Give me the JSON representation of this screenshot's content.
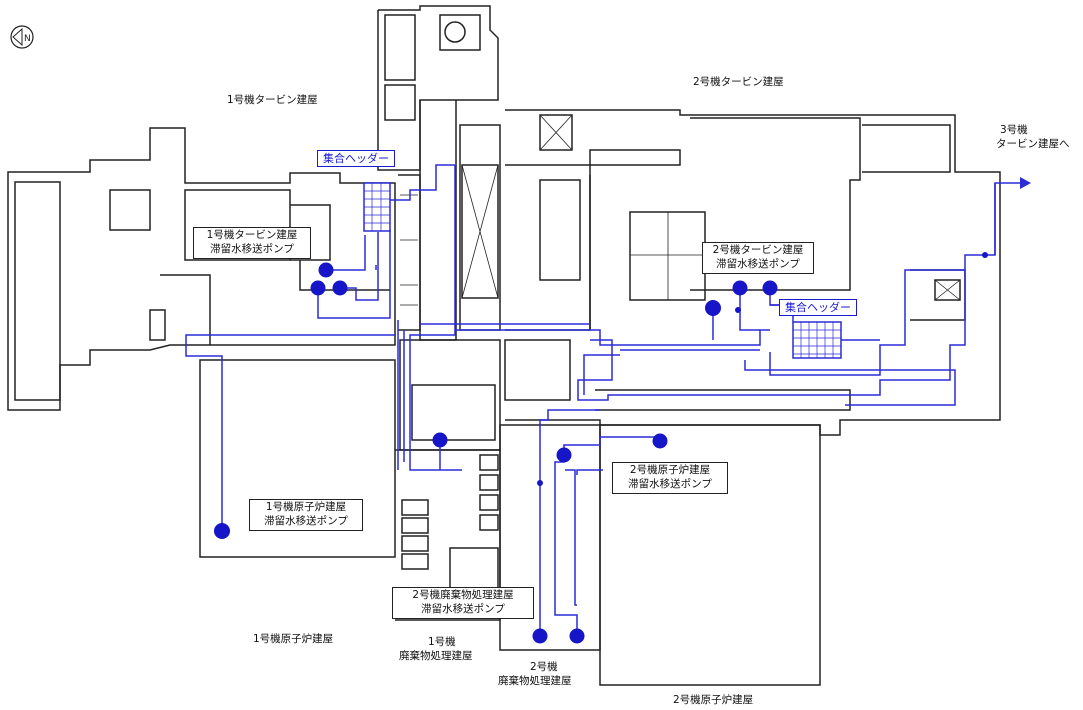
{
  "labels": {
    "unit1_turbine_building": "1号機タービン建屋",
    "unit2_turbine_building": "2号機タービン建屋",
    "unit3_turbine_building_line1": "3号機",
    "unit3_turbine_building_line2": "タービン建屋へ",
    "unit1_reactor_building": "1号機原子炉建屋",
    "unit1_waste_building_line1": "1号機",
    "unit1_waste_building_line2": "廃棄物処理建屋",
    "unit2_waste_building_line1": "2号機",
    "unit2_waste_building_line2": "廃棄物処理建屋",
    "unit2_reactor_building": "2号機原子炉建屋"
  },
  "headers": {
    "header_left": "集合ヘッダー",
    "header_right": "集合ヘッダー"
  },
  "pump_boxes": {
    "u1_turbine": [
      "1号機タービン建屋",
      "滞留水移送ポンプ"
    ],
    "u2_turbine": [
      "2号機タービン建屋",
      "滞留水移送ポンプ"
    ],
    "u1_reactor": [
      "1号機原子炉建屋",
      "滞留水移送ポンプ"
    ],
    "u2_reactor": [
      "2号機原子炉建屋",
      "滞留水移送ポンプ"
    ],
    "u2_waste": [
      "2号機廃棄物処理建屋",
      "滞留水移送ポンプ"
    ]
  },
  "compass": "N",
  "colors": {
    "pipe": "#2b2bd8",
    "pump": "#1616c8",
    "wall": "#222222",
    "header_text": "#1a1ad0"
  }
}
